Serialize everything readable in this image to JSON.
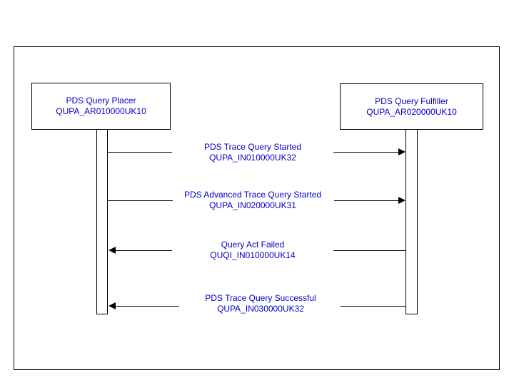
{
  "diagram": {
    "type": "sequence-diagram",
    "actors": [
      {
        "name": "PDS Query Placer",
        "id": "QUPA_AR010000UK10"
      },
      {
        "name": "PDS Query Fulfiller",
        "id": "QUPA_AR020000UK10"
      }
    ],
    "messages": [
      {
        "label": "PDS Trace Query Started",
        "id": "QUPA_IN010000UK32",
        "from": "PDS Query Placer",
        "to": "PDS Query Fulfiller",
        "direction": "right"
      },
      {
        "label": "PDS Advanced Trace Query Started",
        "id": "QUPA_IN020000UK31",
        "from": "PDS Query Placer",
        "to": "PDS Query Fulfiller",
        "direction": "right"
      },
      {
        "label": "Query Act Failed",
        "id": "QUQI_IN010000UK14",
        "from": "PDS Query Fulfiller",
        "to": "PDS Query Placer",
        "direction": "left"
      },
      {
        "label": "PDS Trace Query Successful",
        "id": "QUPA_IN030000UK32",
        "from": "PDS Query Fulfiller",
        "to": "PDS Query Placer",
        "direction": "left"
      }
    ],
    "colors": {
      "text": "#0000cc",
      "lines": "#000000",
      "background": "#ffffff"
    }
  }
}
